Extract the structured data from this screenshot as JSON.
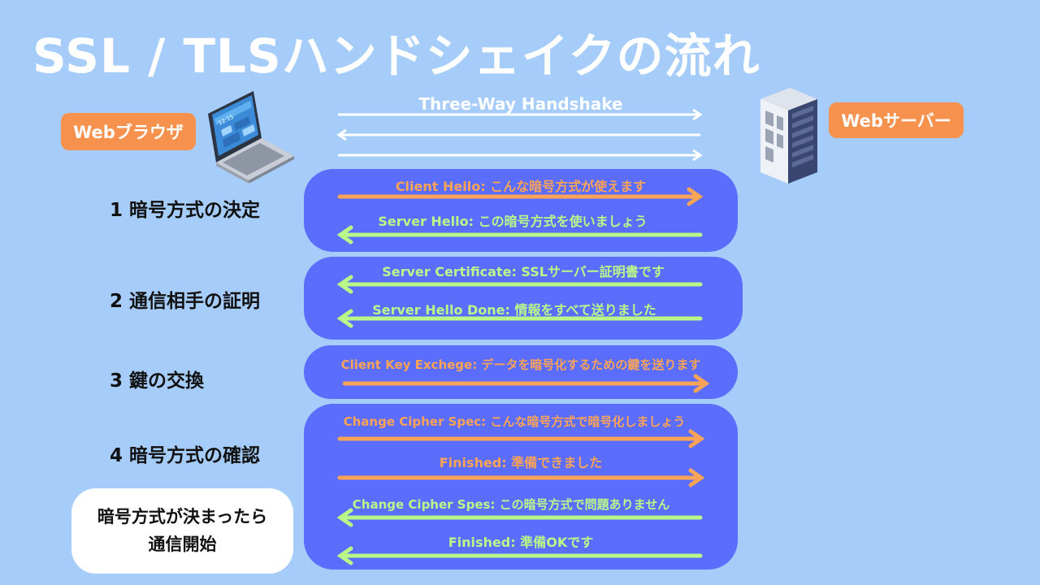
{
  "title": "SSL / TLSハンドシェイクの流れ",
  "browser_label": "Webブラウザ",
  "server_label": "Webサーバー",
  "laptop_screen_text": "12:15",
  "handshake_label": "Three-Way Handshake",
  "steps": [
    {
      "label": "1 暗号方式の決定"
    },
    {
      "label": "2 通信相手の証明"
    },
    {
      "label": "3 鍵の交換"
    },
    {
      "label": "4 暗号方式の確認"
    }
  ],
  "messages": {
    "client_hello": "Client Hello: こんな暗号方式が使えます",
    "server_hello": "Server Hello: この暗号方式を使いましょう",
    "server_certificate": "Server Certificate: SSLサーバー証明書です",
    "server_hello_done": "Server Hello Done: 情報をすべて送りました",
    "client_key_exchange": "Client Key Exchege: データを暗号化するための鍵を送ります",
    "change_cipher_client": "Change Cipher Spec: こんな暗号方式で暗号化しましょう",
    "finished_client": "Finished: 準備できました",
    "change_cipher_server": "Change Cipher Spes: この暗号方式で問題ありません",
    "finished_server": "Finished: 準備OKです"
  },
  "note": {
    "line1": "暗号方式が決まったら",
    "line2": "通信開始"
  },
  "colors": {
    "background": "#a6cdfa",
    "panel": "#5a6dfd",
    "client_arrow": "#fba356",
    "server_arrow": "#b9f789",
    "label_pill": "#f7924e"
  }
}
